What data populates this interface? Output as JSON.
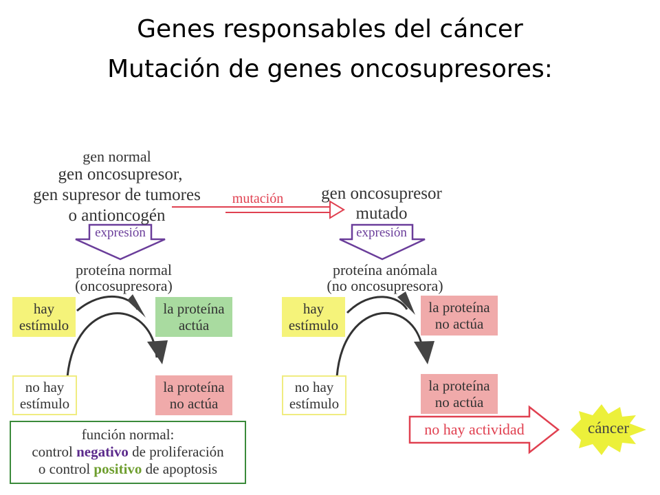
{
  "title_line1": "Genes responsables del cáncer",
  "title_line2": "Mutación de genes oncosupresores:",
  "left": {
    "gen_normal": "gen normal",
    "gen_onco": "gen oncosupresor,",
    "gen_supresor": "gen supresor de tumores",
    "antioncogen": "o antioncogén",
    "expresion": "expresión",
    "proteina": "proteína normal",
    "oncosupresora": "(oncosupresora)",
    "hay": "hay",
    "estimulo": "estímulo",
    "no_hay": "no hay",
    "estimulo2": "estímulo",
    "la_proteina_1": "la proteína",
    "actua": "actúa",
    "la_proteina_2": "la proteína",
    "no_actua": "no actúa",
    "funcion_1": "función normal:",
    "funcion_2a": "control ",
    "funcion_2b": "negativo",
    "funcion_2c": " de proliferación",
    "funcion_3a": "o control ",
    "funcion_3b": "positivo",
    "funcion_3c": " de apoptosis"
  },
  "mutacion": "mutación",
  "right": {
    "gen_onco": "gen oncosupresor",
    "mutado": "mutado",
    "expresion": "expresión",
    "proteina": "proteína anómala",
    "no_onco": "(no oncosupresora)",
    "hay": "hay",
    "estimulo": "estímulo",
    "no_hay": "no hay",
    "estimulo2": "estímulo",
    "la_proteina_1": "la proteína",
    "no_actua_1": "no actúa",
    "la_proteina_2": "la proteína",
    "no_actua_2": "no actúa",
    "no_hay_actividad": "no hay actividad",
    "cancer": "cáncer"
  },
  "colors": {
    "purple": "#6a3d9a",
    "red_arrow": "#e04050",
    "yellow": "#f5f37a",
    "green": "#a9dba0",
    "pink": "#f0aaaa",
    "burst": "#ecf03a"
  }
}
